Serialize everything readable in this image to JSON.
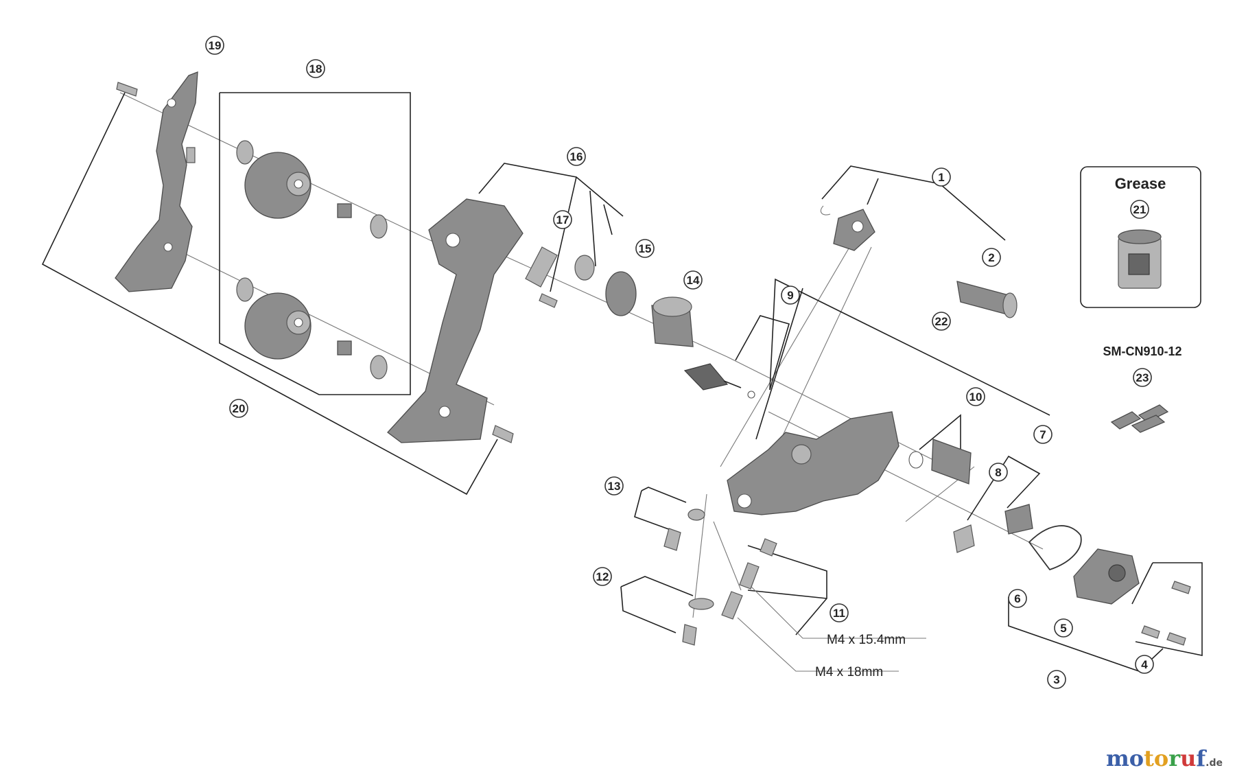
{
  "callouts": [
    "1",
    "2",
    "3",
    "4",
    "5",
    "6",
    "7",
    "8",
    "9",
    "10",
    "11",
    "12",
    "13",
    "14",
    "15",
    "16",
    "17",
    "18",
    "19",
    "20",
    "21",
    "22",
    "23"
  ],
  "labels": {
    "grease": "Grease",
    "chain_model": "SM-CN910-12",
    "screw_m4_15": "M4 x 15.4mm",
    "screw_m4_18": "M4 x 18mm"
  },
  "watermark": {
    "p1": "mo",
    "p2": "to",
    "p3": "r",
    "p4": "u",
    "p5": "f",
    "tld": ".de"
  },
  "colors": {
    "part": "#8d8d8d",
    "line": "#222222",
    "background": "#ffffff"
  }
}
